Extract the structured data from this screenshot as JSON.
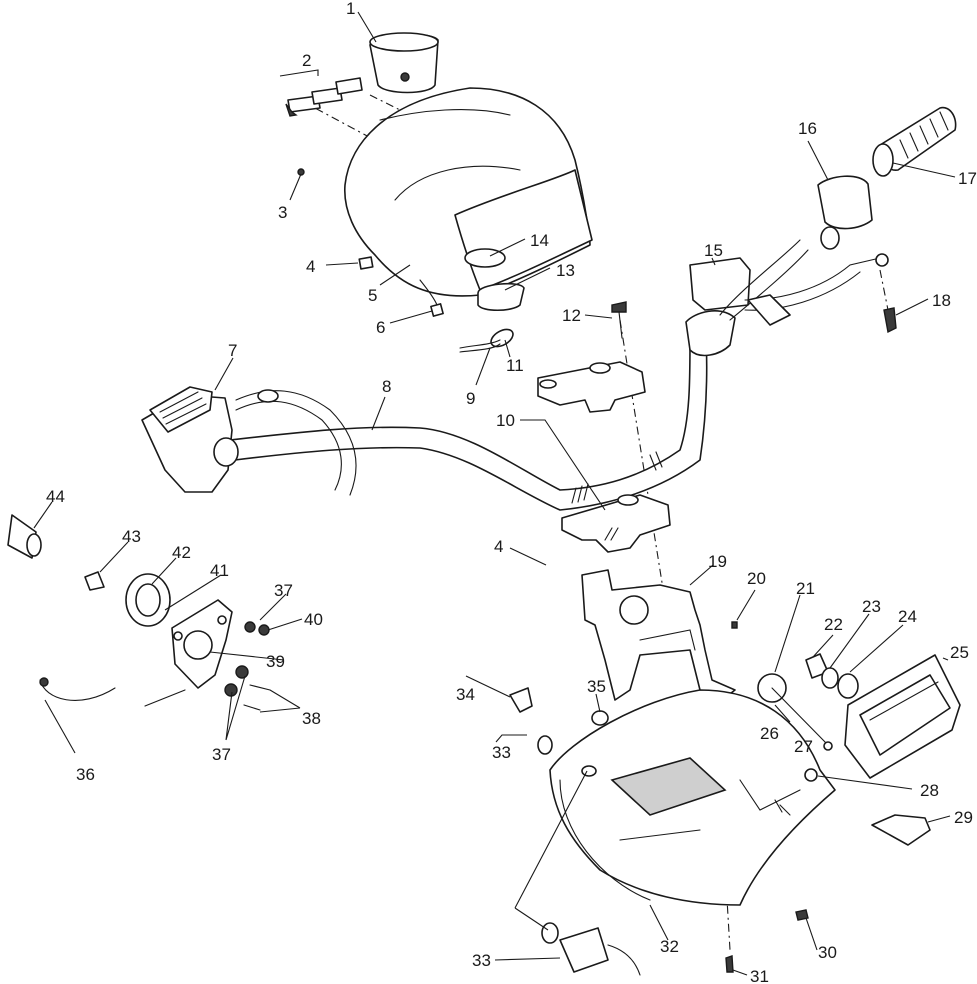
{
  "callouts": [
    {
      "id": "c1",
      "label": "1"
    },
    {
      "id": "c2",
      "label": "2"
    },
    {
      "id": "c3",
      "label": "3"
    },
    {
      "id": "c4a",
      "label": "4"
    },
    {
      "id": "c5",
      "label": "5"
    },
    {
      "id": "c6",
      "label": "6"
    },
    {
      "id": "c7",
      "label": "7"
    },
    {
      "id": "c8",
      "label": "8"
    },
    {
      "id": "c9",
      "label": "9"
    },
    {
      "id": "c10",
      "label": "10"
    },
    {
      "id": "c11",
      "label": "11"
    },
    {
      "id": "c12",
      "label": "12"
    },
    {
      "id": "c13",
      "label": "13"
    },
    {
      "id": "c14",
      "label": "14"
    },
    {
      "id": "c15",
      "label": "15"
    },
    {
      "id": "c16",
      "label": "16"
    },
    {
      "id": "c17",
      "label": "17"
    },
    {
      "id": "c18",
      "label": "18"
    },
    {
      "id": "c19",
      "label": "19"
    },
    {
      "id": "c20",
      "label": "20"
    },
    {
      "id": "c21",
      "label": "21"
    },
    {
      "id": "c22",
      "label": "22"
    },
    {
      "id": "c23",
      "label": "23"
    },
    {
      "id": "c24",
      "label": "24"
    },
    {
      "id": "c25",
      "label": "25"
    },
    {
      "id": "c26",
      "label": "26"
    },
    {
      "id": "c27",
      "label": "27"
    },
    {
      "id": "c28",
      "label": "28"
    },
    {
      "id": "c29",
      "label": "29"
    },
    {
      "id": "c30",
      "label": "30"
    },
    {
      "id": "c31",
      "label": "31"
    },
    {
      "id": "c32",
      "label": "32"
    },
    {
      "id": "c33a",
      "label": "33"
    },
    {
      "id": "c33b",
      "label": "33"
    },
    {
      "id": "c34",
      "label": "34"
    },
    {
      "id": "c35",
      "label": "35"
    },
    {
      "id": "c36",
      "label": "36"
    },
    {
      "id": "c37a",
      "label": "37"
    },
    {
      "id": "c37b",
      "label": "37"
    },
    {
      "id": "c38",
      "label": "38"
    },
    {
      "id": "c39",
      "label": "39"
    },
    {
      "id": "c40",
      "label": "40"
    },
    {
      "id": "c41",
      "label": "41"
    },
    {
      "id": "c42",
      "label": "42"
    },
    {
      "id": "c43",
      "label": "43"
    },
    {
      "id": "c44",
      "label": "44"
    },
    {
      "id": "c4b",
      "label": "4"
    }
  ]
}
